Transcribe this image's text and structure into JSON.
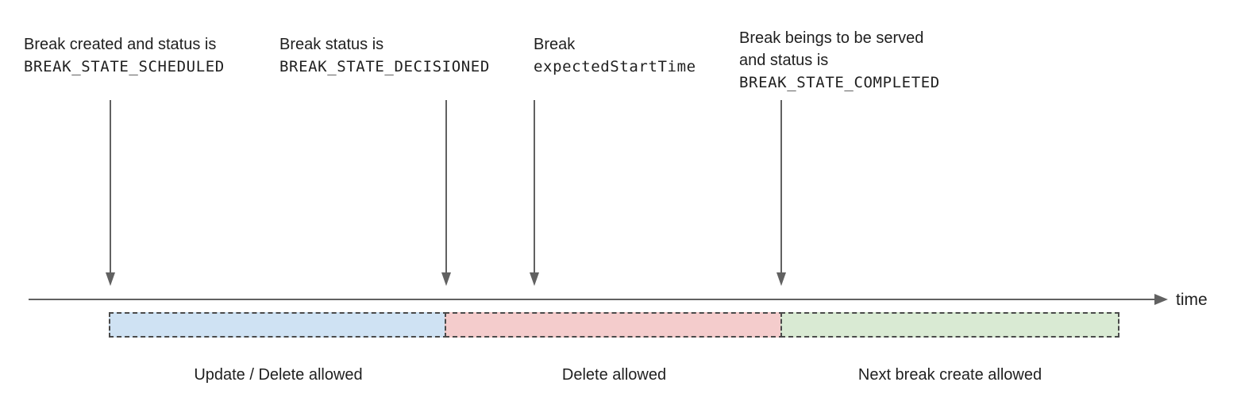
{
  "annotations": [
    {
      "line1": "Break created and status is",
      "code": "BREAK_STATE_SCHEDULED"
    },
    {
      "line1": "Break status is",
      "code": "BREAK_STATE_DECISIONED"
    },
    {
      "line1": "Break",
      "code": "expectedStartTime"
    },
    {
      "line1": "Break beings to be served",
      "line2": "and status is",
      "code": "BREAK_STATE_COMPLETED"
    }
  ],
  "axis": {
    "label": "time"
  },
  "segments": [
    {
      "label": "Update / Delete allowed",
      "color": "#cfe2f3"
    },
    {
      "label": "Delete allowed",
      "color": "#f4cccc"
    },
    {
      "label": "Next break create allowed",
      "color": "#d9ead3"
    }
  ],
  "colors": {
    "arrow": "#616161",
    "dashed_border": "#4a4a4a",
    "text": "#1f1f1f"
  }
}
